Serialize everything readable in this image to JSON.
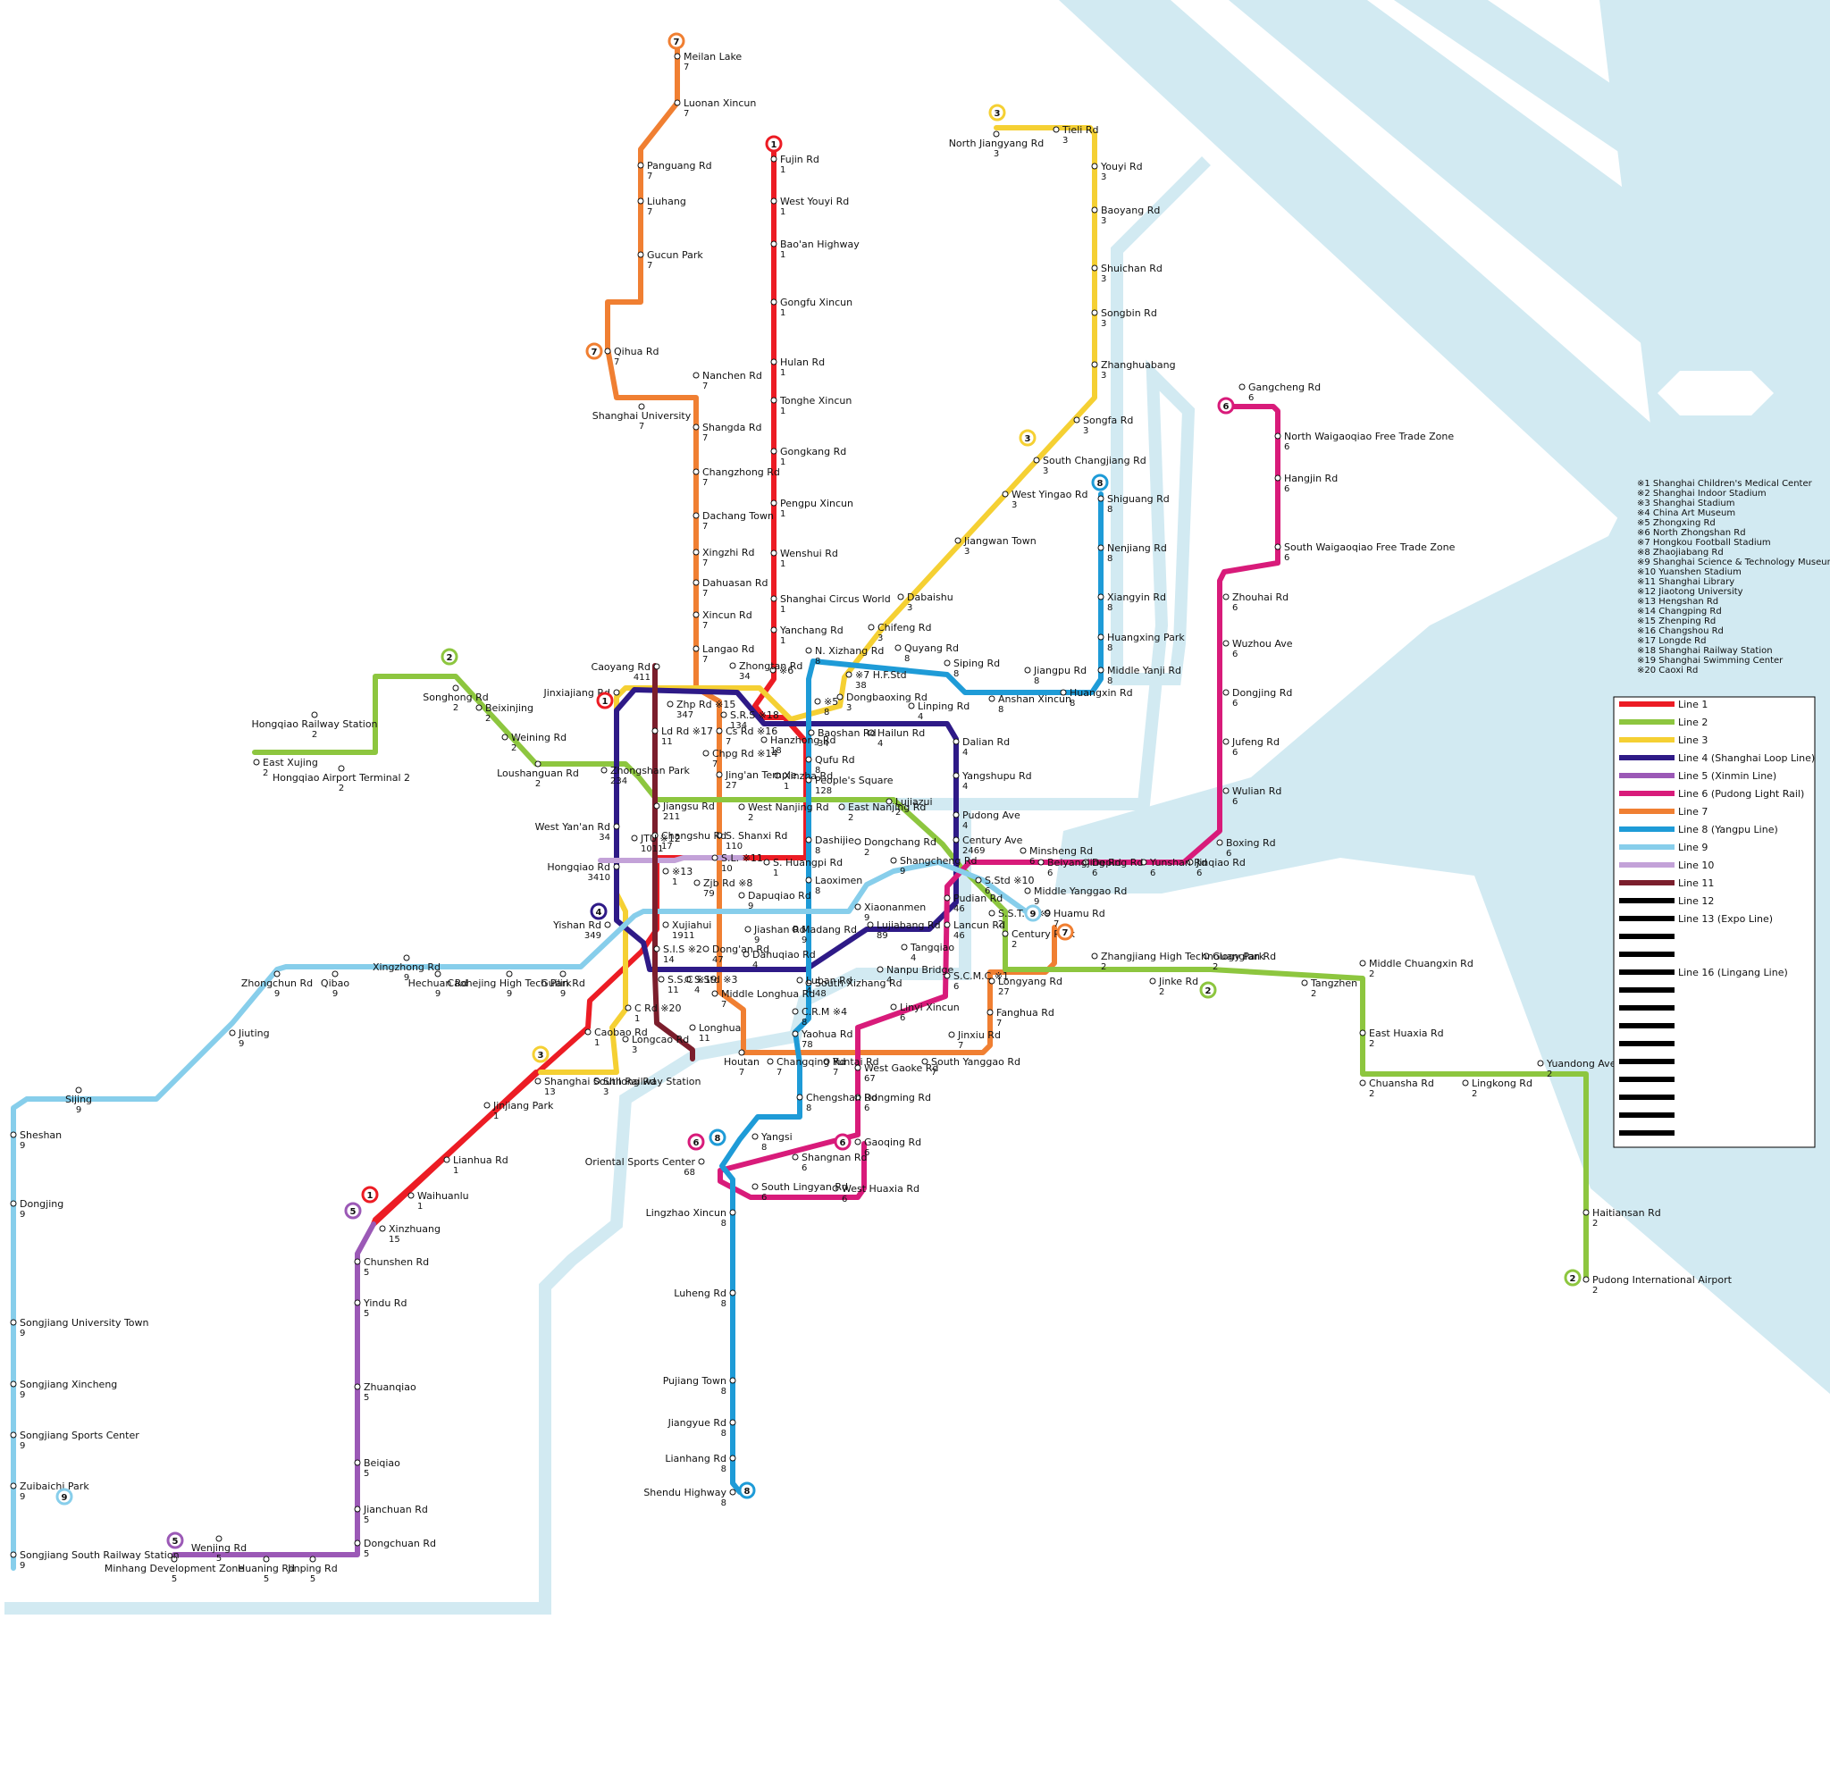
{
  "colors": {
    "water": "#d2eaf2",
    "line1": "#ec1c24",
    "line2": "#8dc63f",
    "line3": "#f5d033",
    "line4": "#2e1a87",
    "line5": "#9b59b6",
    "line6": "#d81b7a",
    "line7": "#f07f32",
    "line8": "#1e9bd7",
    "line9": "#87ceeb",
    "line10": "#c3a2d8",
    "line11": "#7b1e2c",
    "black": "#000000"
  },
  "legend": {
    "lines": [
      {
        "label": "Line 1",
        "color": "#ec1c24"
      },
      {
        "label": "Line 2",
        "color": "#8dc63f"
      },
      {
        "label": "Line 3",
        "color": "#f5d033"
      },
      {
        "label": "Line 4 (Shanghai Loop Line)",
        "color": "#2e1a87"
      },
      {
        "label": "Line 5 (Xinmin Line)",
        "color": "#9b59b6"
      },
      {
        "label": "Line 6 (Pudong Light Rail)",
        "color": "#d81b7a"
      },
      {
        "label": "Line 7",
        "color": "#f07f32"
      },
      {
        "label": "Line 8 (Yangpu Line)",
        "color": "#1e9bd7"
      },
      {
        "label": "Line 9",
        "color": "#87ceeb"
      },
      {
        "label": "Line 10",
        "color": "#c3a2d8"
      },
      {
        "label": "Line 11",
        "color": "#7b1e2c"
      },
      {
        "label": "Line 12",
        "color": "#000000"
      },
      {
        "label": "Line 13 (Expo Line)",
        "color": "#000000"
      },
      {
        "label": "",
        "color": "#000000"
      },
      {
        "label": "",
        "color": "#000000"
      },
      {
        "label": "Line 16 (Lingang Line)",
        "color": "#000000"
      },
      {
        "label": "",
        "color": "#000000"
      },
      {
        "label": "",
        "color": "#000000"
      },
      {
        "label": "",
        "color": "#000000"
      },
      {
        "label": "",
        "color": "#000000"
      },
      {
        "label": "",
        "color": "#000000"
      },
      {
        "label": "",
        "color": "#000000"
      },
      {
        "label": "",
        "color": "#000000"
      },
      {
        "label": "",
        "color": "#000000"
      },
      {
        "label": "",
        "color": "#000000"
      }
    ]
  },
  "notes": [
    "※1 Shanghai Children's Medical Center",
    "※2 Shanghai Indoor Stadium",
    "※3 Shanghai Stadium",
    "※4 China Art Museum",
    "※5 Zhongxing Rd",
    "※6 North Zhongshan Rd",
    "※7 Hongkou Football Stadium",
    "※8 Zhaojiabang Rd",
    "※9 Shanghai Science & Technology Museum",
    "※10 Yuanshen Stadium",
    "※11 Shanghai Library",
    "※12 Jiaotong University",
    "※13 Hengshan Rd",
    "※14 Changping Rd",
    "※15 Zhenping Rd",
    "※16 Changshou Rd",
    "※17 Longde Rd",
    "※18 Shanghai Railway Station",
    "※19 Shanghai Swimming Center",
    "※20 Caoxi Rd"
  ],
  "terminal_badges": [
    {
      "line": "7",
      "color": "#f07f32"
    },
    {
      "line": "1",
      "color": "#ec1c24"
    },
    {
      "line": "3",
      "color": "#f5d033"
    },
    {
      "line": "6",
      "color": "#d81b7a"
    },
    {
      "line": "8",
      "color": "#1e9bd7"
    },
    {
      "line": "2",
      "color": "#8dc63f"
    },
    {
      "line": "7",
      "color": "#f07f32"
    },
    {
      "line": "3",
      "color": "#f5d033"
    },
    {
      "line": "1",
      "color": "#ec1c24"
    },
    {
      "line": "4",
      "color": "#2e1a87"
    },
    {
      "line": "9",
      "color": "#87ceeb"
    },
    {
      "line": "7",
      "color": "#f07f32"
    },
    {
      "line": "2",
      "color": "#8dc63f"
    },
    {
      "line": "3",
      "color": "#f5d033"
    },
    {
      "line": "6",
      "color": "#d81b7a"
    },
    {
      "line": "8",
      "color": "#1e9bd7"
    },
    {
      "line": "6",
      "color": "#d81b7a"
    },
    {
      "line": "5",
      "color": "#9b59b6"
    },
    {
      "line": "1",
      "color": "#ec1c24"
    },
    {
      "line": "9",
      "color": "#87ceeb"
    },
    {
      "line": "5",
      "color": "#9b59b6"
    },
    {
      "line": "8",
      "color": "#1e9bd7"
    },
    {
      "line": "2",
      "color": "#8dc63f"
    }
  ],
  "stations": [
    {
      "name": "Meilan Lake",
      "sub": "7"
    },
    {
      "name": "Luonan Xincun",
      "sub": "7"
    },
    {
      "name": "Panguang Rd",
      "sub": "7"
    },
    {
      "name": "Liuhang",
      "sub": "7"
    },
    {
      "name": "Gucun Park",
      "sub": "7"
    },
    {
      "name": "Qihua Rd",
      "sub": "7"
    },
    {
      "name": "Nanchen Rd",
      "sub": "7"
    },
    {
      "name": "Shanghai University",
      "sub": "7"
    },
    {
      "name": "Shangda Rd",
      "sub": "7"
    },
    {
      "name": "Changzhong Rd",
      "sub": "7"
    },
    {
      "name": "Dachang Town",
      "sub": "7"
    },
    {
      "name": "Xingzhi Rd",
      "sub": "7"
    },
    {
      "name": "Dahuasan Rd",
      "sub": "7"
    },
    {
      "name": "Xincun Rd",
      "sub": "7"
    },
    {
      "name": "Langao Rd",
      "sub": "7"
    },
    {
      "name": "Fujin Rd",
      "sub": "1"
    },
    {
      "name": "West Youyi Rd",
      "sub": "1"
    },
    {
      "name": "Bao'an Highway",
      "sub": "1"
    },
    {
      "name": "Gongfu Xincun",
      "sub": "1"
    },
    {
      "name": "Hulan Rd",
      "sub": "1"
    },
    {
      "name": "Tonghe Xincun",
      "sub": "1"
    },
    {
      "name": "Gongkang Rd",
      "sub": "1"
    },
    {
      "name": "Pengpu Xincun",
      "sub": "1"
    },
    {
      "name": "Wenshui Rd",
      "sub": "1"
    },
    {
      "name": "Shanghai Circus World",
      "sub": "1"
    },
    {
      "name": "Yanchang Rd",
      "sub": "1"
    },
    {
      "name": "North Jiangyang Rd",
      "sub": "3"
    },
    {
      "name": "Tieli Rd",
      "sub": "3"
    },
    {
      "name": "Youyi Rd",
      "sub": "3"
    },
    {
      "name": "Baoyang Rd",
      "sub": "3"
    },
    {
      "name": "Shuichan Rd",
      "sub": "3"
    },
    {
      "name": "Songbin Rd",
      "sub": "3"
    },
    {
      "name": "Zhanghuabang",
      "sub": "3"
    },
    {
      "name": "Songfa Rd",
      "sub": "3"
    },
    {
      "name": "South Changjiang Rd",
      "sub": "3"
    },
    {
      "name": "West Yingao Rd",
      "sub": "3"
    },
    {
      "name": "Jiangwan Town",
      "sub": "3"
    },
    {
      "name": "Dabaishu",
      "sub": "3"
    },
    {
      "name": "Chifeng Rd",
      "sub": "3"
    },
    {
      "name": "Gangcheng Rd",
      "sub": "6"
    },
    {
      "name": "North Waigaoqiao Free Trade Zone",
      "sub": "6"
    },
    {
      "name": "Hangjin Rd",
      "sub": "6"
    },
    {
      "name": "South Waigaoqiao Free Trade Zone",
      "sub": "6"
    },
    {
      "name": "Zhouhai Rd",
      "sub": "6"
    },
    {
      "name": "Wuzhou Ave",
      "sub": "6"
    },
    {
      "name": "Dongjing Rd",
      "sub": "6"
    },
    {
      "name": "Jufeng Rd",
      "sub": "6"
    },
    {
      "name": "Wulian Rd",
      "sub": "6"
    },
    {
      "name": "Boxing Rd",
      "sub": "6"
    },
    {
      "name": "Jinqiao Rd",
      "sub": "6"
    },
    {
      "name": "Yunshan Rd",
      "sub": "6"
    },
    {
      "name": "Deping Rd",
      "sub": "6"
    },
    {
      "name": "Beiyangjing Rd",
      "sub": "6"
    },
    {
      "name": "Minsheng Rd",
      "sub": "6"
    },
    {
      "name": "Shiguang Rd",
      "sub": "8"
    },
    {
      "name": "Nenjiang Rd",
      "sub": "8"
    },
    {
      "name": "Xiangyin Rd",
      "sub": "8"
    },
    {
      "name": "Huangxing Park",
      "sub": "8"
    },
    {
      "name": "Middle Yanji Rd",
      "sub": "8"
    },
    {
      "name": "Huangxin Rd",
      "sub": "8"
    },
    {
      "name": "Jiangpu Rd",
      "sub": "8"
    },
    {
      "name": "Anshan Xincun",
      "sub": "8"
    },
    {
      "name": "Siping Rd",
      "sub": "8"
    },
    {
      "name": "Quyang Rd",
      "sub": "8"
    },
    {
      "name": "N. Xizhang Rd",
      "sub": "8"
    },
    {
      "name": "※7 H.F.Std",
      "sub": "38"
    },
    {
      "name": "Dongbaoxing Rd",
      "sub": "3"
    },
    {
      "name": "Linping Rd",
      "sub": "4"
    },
    {
      "name": "Hailun Rd",
      "sub": "4"
    },
    {
      "name": "Baoshan Rd",
      "sub": "34"
    },
    {
      "name": "Dalian Rd",
      "sub": "4"
    },
    {
      "name": "Yangshupu Rd",
      "sub": "4"
    },
    {
      "name": "Pudong Ave",
      "sub": "4"
    },
    {
      "name": "Century Ave",
      "sub": "2469"
    },
    {
      "name": "Caoyang Rd",
      "sub": "411"
    },
    {
      "name": "Zhongtan Rd",
      "sub": "34"
    },
    {
      "name": "※6",
      "sub": ""
    },
    {
      "name": "Jinxiajiang Rd",
      "sub": "34"
    },
    {
      "name": "Zhp Rd ※15",
      "sub": "347"
    },
    {
      "name": "S.R.S ※18",
      "sub": "134"
    },
    {
      "name": "※5",
      "sub": "8"
    },
    {
      "name": "Ld Rd ※17",
      "sub": "11"
    },
    {
      "name": "Cs Rd ※16",
      "sub": "7"
    },
    {
      "name": "Chpg Rd ※14",
      "sub": "7"
    },
    {
      "name": "Hanzhong Rd",
      "sub": "18"
    },
    {
      "name": "Qufu Rd",
      "sub": "8"
    },
    {
      "name": "Jing'an Temple",
      "sub": "27"
    },
    {
      "name": "Xinzha Rd",
      "sub": "1"
    },
    {
      "name": "People's Square",
      "sub": "128"
    },
    {
      "name": "Lujiazui",
      "sub": "2"
    },
    {
      "name": "Songhong Rd",
      "sub": "2"
    },
    {
      "name": "Beixinjing",
      "sub": "2"
    },
    {
      "name": "Weining Rd",
      "sub": "2"
    },
    {
      "name": "Loushanguan Rd",
      "sub": "2"
    },
    {
      "name": "Zhongshan Park",
      "sub": "234"
    },
    {
      "name": "Hongqiao Railway Station",
      "sub": "2"
    },
    {
      "name": "Hongqiao Airport Terminal 2",
      "sub": "2"
    },
    {
      "name": "East Xujing",
      "sub": "2"
    },
    {
      "name": "Jiangsu Rd",
      "sub": "211"
    },
    {
      "name": "West Nanjing Rd",
      "sub": "2"
    },
    {
      "name": "East Nanjing Rd",
      "sub": "2"
    },
    {
      "name": "West Yan'an Rd",
      "sub": "34"
    },
    {
      "name": "JTU ※12",
      "sub": "1011"
    },
    {
      "name": "Changshu Rd",
      "sub": "17"
    },
    {
      "name": "S. Shanxi Rd",
      "sub": "110"
    },
    {
      "name": "S.L. ※11",
      "sub": "10"
    },
    {
      "name": "S. Huangpi Rd",
      "sub": "1"
    },
    {
      "name": "Dashijie",
      "sub": "8"
    },
    {
      "name": "Dongchang Rd",
      "sub": "2"
    },
    {
      "name": "Shangcheng Rd",
      "sub": "9"
    },
    {
      "name": "Hongqiao Rd",
      "sub": "3410"
    },
    {
      "name": "※13",
      "sub": "1"
    },
    {
      "name": "Zjb Rd ※8",
      "sub": "79"
    },
    {
      "name": "Dapuqiao Rd",
      "sub": "9"
    },
    {
      "name": "Laoximen",
      "sub": "8"
    },
    {
      "name": "Xiaonanmen",
      "sub": "9"
    },
    {
      "name": "Pudian Rd",
      "sub": "46"
    },
    {
      "name": "S.Std ※10",
      "sub": "6"
    },
    {
      "name": "Middle Yanggao Rd",
      "sub": "9"
    },
    {
      "name": "S.S.T.M ※9",
      "sub": "2"
    },
    {
      "name": "Huamu Rd",
      "sub": "7"
    },
    {
      "name": "Yishan Rd",
      "sub": "349"
    },
    {
      "name": "Xujiahui",
      "sub": "1911"
    },
    {
      "name": "Jiashan Rd",
      "sub": "9"
    },
    {
      "name": "Madang Rd",
      "sub": "9"
    },
    {
      "name": "Lujiabang Rd",
      "sub": "89"
    },
    {
      "name": "Lancun Rd",
      "sub": "46"
    },
    {
      "name": "Century Park",
      "sub": "2"
    },
    {
      "name": "S.I.S ※2",
      "sub": "14"
    },
    {
      "name": "Dong'an Rd",
      "sub": "47"
    },
    {
      "name": "Danuqiao Rd",
      "sub": "4"
    },
    {
      "name": "Tangqiao",
      "sub": "4"
    },
    {
      "name": "Nanpu Bridge",
      "sub": "4"
    },
    {
      "name": "Zhangjiang High Technology Park",
      "sub": "2"
    },
    {
      "name": "Guanglan Rd",
      "sub": "2"
    },
    {
      "name": "Xingzhong Rd",
      "sub": "9"
    },
    {
      "name": "Zhongchun Rd",
      "sub": "9"
    },
    {
      "name": "Qibao",
      "sub": "9"
    },
    {
      "name": "Hechuan Rd",
      "sub": "9"
    },
    {
      "name": "Caohejing High Tech Park",
      "sub": "9"
    },
    {
      "name": "Guilin Rd",
      "sub": "9"
    },
    {
      "name": "S.S.C ※19",
      "sub": "11"
    },
    {
      "name": "S.Std ※3",
      "sub": "4"
    },
    {
      "name": "Middle Longhua Rd",
      "sub": "7"
    },
    {
      "name": "Luban Rd",
      "sub": "4"
    },
    {
      "name": "South Xizhang Rd",
      "sub": "48"
    },
    {
      "name": "S.C.M.C ※1",
      "sub": "6"
    },
    {
      "name": "Longyang Rd",
      "sub": "27"
    },
    {
      "name": "Jinke Rd",
      "sub": "2"
    },
    {
      "name": "Middle Chuangxin Rd",
      "sub": "2"
    },
    {
      "name": "Tangzhen",
      "sub": "2"
    },
    {
      "name": "C Rd ※20",
      "sub": "1"
    },
    {
      "name": "Longhua",
      "sub": "11"
    },
    {
      "name": "C.R.M ※4",
      "sub": "8"
    },
    {
      "name": "Linyi Xincun",
      "sub": "6"
    },
    {
      "name": "Fanghua Rd",
      "sub": "7"
    },
    {
      "name": "Jiuting",
      "sub": "9"
    },
    {
      "name": "Caobao Rd",
      "sub": "1"
    },
    {
      "name": "Longcao Rd",
      "sub": "3"
    },
    {
      "name": "Houtan",
      "sub": "7"
    },
    {
      "name": "Yaohua Rd",
      "sub": "78"
    },
    {
      "name": "Jinxiu Rd",
      "sub": "7"
    },
    {
      "name": "East Huaxia Rd",
      "sub": "2"
    },
    {
      "name": "Sijing",
      "sub": "9"
    },
    {
      "name": "Shanghai South Railway Station",
      "sub": "13"
    },
    {
      "name": "Shilong Rd",
      "sub": "3"
    },
    {
      "name": "Changqing Rd",
      "sub": "7"
    },
    {
      "name": "Yuntai Rd",
      "sub": "7"
    },
    {
      "name": "West Gaoke Rd",
      "sub": "67"
    },
    {
      "name": "South Yanggao Rd",
      "sub": "7"
    },
    {
      "name": "Chuansha Rd",
      "sub": "2"
    },
    {
      "name": "Lingkong Rd",
      "sub": "2"
    },
    {
      "name": "Yuandong Ave",
      "sub": "2"
    },
    {
      "name": "Jinjiang Park",
      "sub": "1"
    },
    {
      "name": "Chengshan Rd",
      "sub": "8"
    },
    {
      "name": "Dongming Rd",
      "sub": "6"
    },
    {
      "name": "Sheshan",
      "sub": "9"
    },
    {
      "name": "Lianhua Rd",
      "sub": "1"
    },
    {
      "name": "Yangsi",
      "sub": "8"
    },
    {
      "name": "Gaoqing Rd",
      "sub": "6"
    },
    {
      "name": "Oriental Sports Center",
      "sub": "68"
    },
    {
      "name": "Shangnan Rd",
      "sub": "6"
    },
    {
      "name": "South Lingyan Rd",
      "sub": "6"
    },
    {
      "name": "West Huaxia Rd",
      "sub": "6"
    },
    {
      "name": "Dongjing",
      "sub": "9"
    },
    {
      "name": "Waihuanlu",
      "sub": "1"
    },
    {
      "name": "Lingzhao Xincun",
      "sub": "8"
    },
    {
      "name": "Xinzhuang",
      "sub": "15"
    },
    {
      "name": "Haitiansan Rd",
      "sub": "2"
    },
    {
      "name": "Pudong International Airport",
      "sub": "2"
    },
    {
      "name": "Chunshen Rd",
      "sub": "5"
    },
    {
      "name": "Luheng Rd",
      "sub": "8"
    },
    {
      "name": "Songjiang University Town",
      "sub": "9"
    },
    {
      "name": "Yindu Rd",
      "sub": "5"
    },
    {
      "name": "Songjiang Xincheng",
      "sub": "9"
    },
    {
      "name": "Pujiang Town",
      "sub": "8"
    },
    {
      "name": "Zhuanqiao",
      "sub": "5"
    },
    {
      "name": "Jiangyue Rd",
      "sub": "8"
    },
    {
      "name": "Songjiang Sports Center",
      "sub": "9"
    },
    {
      "name": "Lianhang Rd",
      "sub": "8"
    },
    {
      "name": "Beiqiao",
      "sub": "5"
    },
    {
      "name": "Zuibaichi Park",
      "sub": "9"
    },
    {
      "name": "Shendu Highway",
      "sub": "8"
    },
    {
      "name": "Jianchuan Rd",
      "sub": "5"
    },
    {
      "name": "Wenjing Rd",
      "sub": "5"
    },
    {
      "name": "Dongchuan Rd",
      "sub": "5"
    },
    {
      "name": "Minhang Development Zone",
      "sub": "5"
    },
    {
      "name": "Huaning Rd",
      "sub": "5"
    },
    {
      "name": "Jinping Rd",
      "sub": "5"
    },
    {
      "name": "Songjiang South Railway Station",
      "sub": "9"
    }
  ]
}
